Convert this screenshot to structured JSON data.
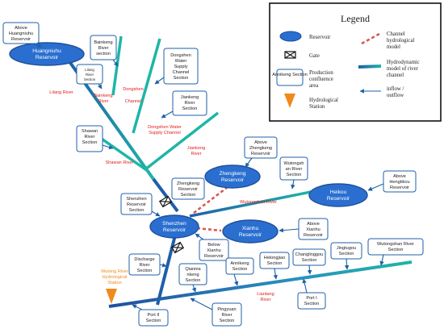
{
  "legend": {
    "title": "Legend",
    "reservoir": "Reservoir",
    "gate": "Gate",
    "confluence_sample": "Annikeng Section",
    "confluence": [
      "Production",
      "confluence",
      "area"
    ],
    "station": [
      "Hydrological",
      "Station"
    ],
    "channel_model": [
      "Channel",
      "hydrological",
      "model"
    ],
    "hydrodynamic": [
      "Hydrodynamic",
      "model of river",
      "channel"
    ],
    "inflow": [
      "inflow /",
      "outflow"
    ]
  },
  "reservoirs": {
    "huangniuhu": [
      "Huangniuhu",
      "Reservoir"
    ],
    "zhengkeng": [
      "Zhengkeng",
      "Reservoir"
    ],
    "shenzhen": [
      "Shenzhen",
      "Reservoir"
    ],
    "xianhu": [
      "Xianhu",
      "Reservoir"
    ],
    "heikou": [
      "Heikou",
      "Reservoir"
    ]
  },
  "sections": {
    "above_huangniuhu": [
      "Above",
      "Huangniuhu",
      "Reservoir"
    ],
    "bainkeng": [
      "Bainkeng",
      "River",
      "section"
    ],
    "lilang": [
      "Lilang",
      "River",
      "Section"
    ],
    "dongshen_supply": [
      "Dongshen",
      "Water",
      "Supply",
      "Channel",
      "Section"
    ],
    "jiankeng": [
      "Jiankeng",
      "River",
      "Section"
    ],
    "shawan": [
      "Shawan",
      "River",
      "Section"
    ],
    "above_zhengkeng": [
      "Above",
      "Zhengkeng",
      "Reservoir"
    ],
    "wutongshan_sec": [
      "Wutongsh",
      "an River",
      "Section"
    ],
    "above_hengtikou": [
      "Above",
      "Hengtikou",
      "Reservoir"
    ],
    "zhengkeng_res": [
      "Zhengkeng",
      "Reservoir",
      "Section"
    ],
    "shenzhen_res": [
      "Shenzhen",
      "Reservoir",
      "Section"
    ],
    "above_xianhu": [
      "Above",
      "Xianhu",
      "Reservoir"
    ],
    "below_xianhu": [
      "Below",
      "Xianhu",
      "Reservoir"
    ],
    "helongjiao": [
      "Helongjiao",
      "Section"
    ],
    "changlinggou": [
      "Changlinggou",
      "Section"
    ],
    "jingtugou": [
      "Jingtugou",
      "Section"
    ],
    "wutongshan_river": [
      "Wutongshan River",
      "Section"
    ],
    "discharge": [
      "Discharge",
      "River",
      "Section"
    ],
    "qiannia": [
      "Qiannia",
      "nkeng",
      "Section"
    ],
    "annikeng": [
      "Annikeng",
      "Section"
    ],
    "port1": [
      "Port I",
      "Section"
    ],
    "port2": [
      "Port II",
      "Section"
    ],
    "pingyuan": [
      "Pingyuan",
      "River",
      "Section"
    ]
  },
  "rivers": {
    "lilang": "Lilang River",
    "bainkeng": [
      "Bainkeng",
      "River"
    ],
    "dongshen_channel": [
      "Dongshen",
      "Channel"
    ],
    "dongshen_supply": [
      "Dongshen Water",
      "Supply Channel"
    ],
    "jiankeng": [
      "Jiankeng",
      "River"
    ],
    "shawan": "Shawan River",
    "wutongshan": "Wutongshan River",
    "liantang": [
      "Liantang",
      "River"
    ]
  },
  "station_label": [
    "Wutong River",
    "Hydrological",
    "Station"
  ],
  "colors": {
    "blue_river": "#1f5fa8",
    "teal_channel": "#1fb5a6",
    "reservoir_fill": "#2a6fd0",
    "red_channel_model": "#d9534f",
    "station": "#f08a1c",
    "river_label": "#e01b1b",
    "station_label": "#f08a1c"
  }
}
